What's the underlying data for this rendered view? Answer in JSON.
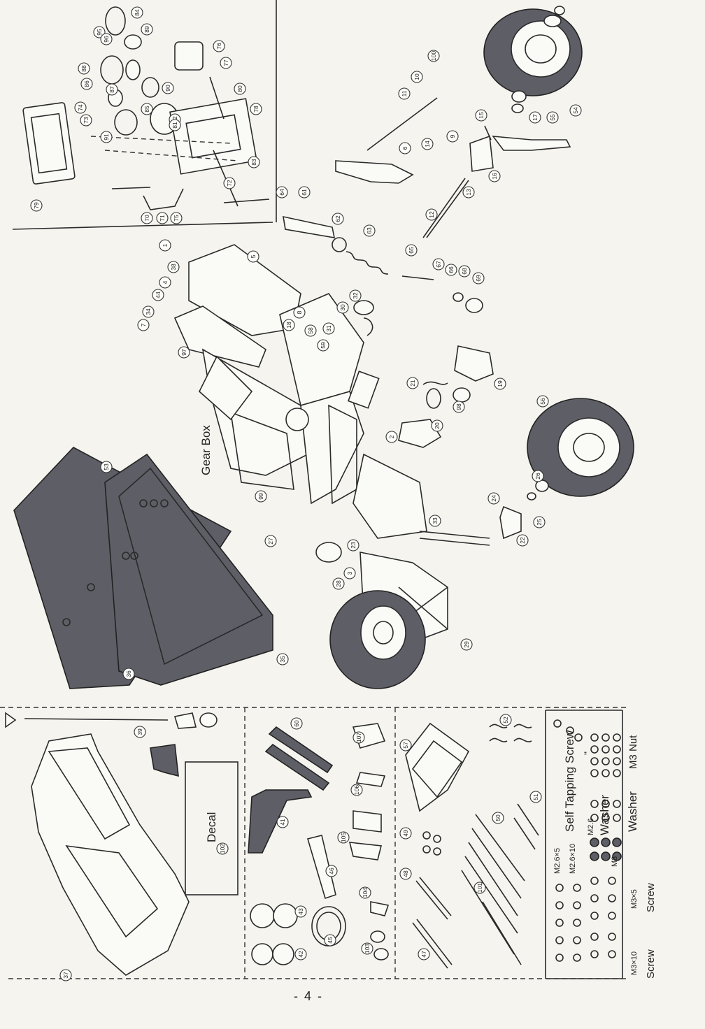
{
  "sections": {
    "gear_box": "Gear Box",
    "decal": "Decal",
    "page_number": "- 4 -"
  },
  "hardware": {
    "self_tapping_screw": "Self Tapping Screw",
    "ditto": "\"",
    "m26x5": "M2.6×5",
    "m26x10": "M2.6×10",
    "m26_washer_size": "M2.6",
    "washer": "Washer",
    "m3_washer_size": "M3",
    "m3_nut": "M3 Nut",
    "m3x5": "M3×5",
    "m3x10": "M3×10",
    "screw": "Screw"
  },
  "callouts": [
    {
      "n": "84"
    },
    {
      "n": "95"
    },
    {
      "n": "96"
    },
    {
      "n": "89"
    },
    {
      "n": "76"
    },
    {
      "n": "77"
    },
    {
      "n": "88"
    },
    {
      "n": "86"
    },
    {
      "n": "87"
    },
    {
      "n": "80"
    },
    {
      "n": "90"
    },
    {
      "n": "78"
    },
    {
      "n": "74"
    },
    {
      "n": "73"
    },
    {
      "n": "85"
    },
    {
      "n": "91"
    },
    {
      "n": "82"
    },
    {
      "n": "81"
    },
    {
      "n": "83"
    },
    {
      "n": "72"
    },
    {
      "n": "79"
    },
    {
      "n": "70"
    },
    {
      "n": "71"
    },
    {
      "n": "75"
    },
    {
      "n": "100"
    },
    {
      "n": "10"
    },
    {
      "n": "11"
    },
    {
      "n": "17"
    },
    {
      "n": "55"
    },
    {
      "n": "54"
    },
    {
      "n": "15"
    },
    {
      "n": "9"
    },
    {
      "n": "14"
    },
    {
      "n": "6"
    },
    {
      "n": "16"
    },
    {
      "n": "13"
    },
    {
      "n": "12"
    },
    {
      "n": "64"
    },
    {
      "n": "61"
    },
    {
      "n": "62"
    },
    {
      "n": "63"
    },
    {
      "n": "65"
    },
    {
      "n": "67"
    },
    {
      "n": "66"
    },
    {
      "n": "68"
    },
    {
      "n": "69"
    },
    {
      "n": "1"
    },
    {
      "n": "5"
    },
    {
      "n": "38"
    },
    {
      "n": "4"
    },
    {
      "n": "44"
    },
    {
      "n": "34"
    },
    {
      "n": "7"
    },
    {
      "n": "8"
    },
    {
      "n": "32"
    },
    {
      "n": "30"
    },
    {
      "n": "18"
    },
    {
      "n": "58"
    },
    {
      "n": "31"
    },
    {
      "n": "59"
    },
    {
      "n": "97"
    },
    {
      "n": "19"
    },
    {
      "n": "21"
    },
    {
      "n": "98"
    },
    {
      "n": "20"
    },
    {
      "n": "2"
    },
    {
      "n": "56"
    },
    {
      "n": "26"
    },
    {
      "n": "24"
    },
    {
      "n": "25"
    },
    {
      "n": "22"
    },
    {
      "n": "99"
    },
    {
      "n": "33"
    },
    {
      "n": "23"
    },
    {
      "n": "27"
    },
    {
      "n": "3"
    },
    {
      "n": "28"
    },
    {
      "n": "29"
    },
    {
      "n": "53"
    },
    {
      "n": "35"
    },
    {
      "n": "36"
    },
    {
      "n": "39"
    },
    {
      "n": "102"
    },
    {
      "n": "37"
    },
    {
      "n": "60"
    },
    {
      "n": "107"
    },
    {
      "n": "106"
    },
    {
      "n": "41"
    },
    {
      "n": "105"
    },
    {
      "n": "46"
    },
    {
      "n": "104"
    },
    {
      "n": "43"
    },
    {
      "n": "45"
    },
    {
      "n": "42"
    },
    {
      "n": "103"
    },
    {
      "n": "57"
    },
    {
      "n": "52"
    },
    {
      "n": "51"
    },
    {
      "n": "50"
    },
    {
      "n": "49"
    },
    {
      "n": "48"
    },
    {
      "n": "101"
    },
    {
      "n": "47"
    }
  ]
}
